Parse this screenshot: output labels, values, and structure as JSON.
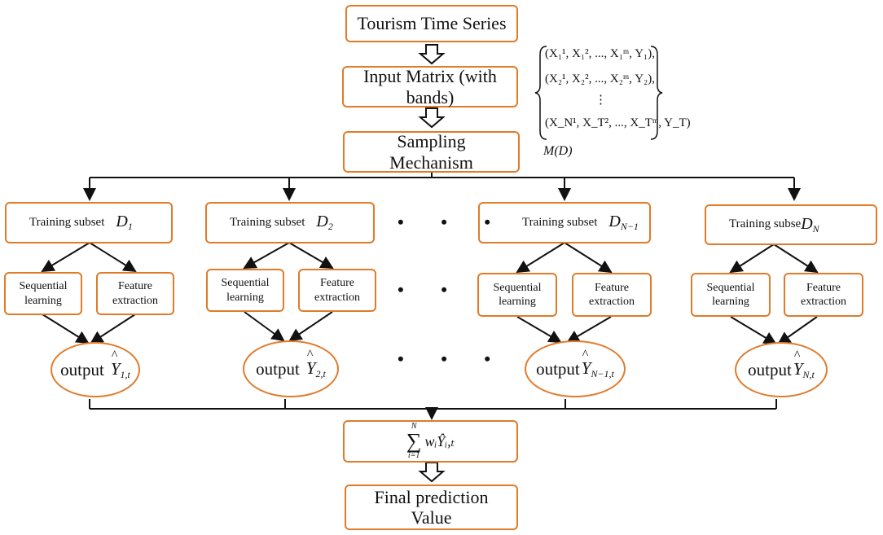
{
  "nodes": {
    "tourism": "Tourism Time Series",
    "input_matrix": [
      "Input Matrix (with",
      "bands)"
    ],
    "sampling": [
      "Sampling",
      "Mechanism"
    ],
    "final": [
      "Final prediction",
      "Value"
    ]
  },
  "subsets": [
    {
      "label": "Training subset",
      "var": "D",
      "sub": "1"
    },
    {
      "label": "Training subset",
      "var": "D",
      "sub": "2"
    },
    {
      "label": "Training subset",
      "var": "D",
      "sub": "N−1"
    },
    {
      "label": "Training subsе",
      "var": "D",
      "sub": "N"
    }
  ],
  "branches": {
    "seq": [
      "Sequential",
      "learning"
    ],
    "feat": [
      "Feature",
      "extraction"
    ]
  },
  "outputs": [
    {
      "label": "output",
      "sub": "1,t"
    },
    {
      "label": "output",
      "sub": "2,t"
    },
    {
      "label": "output",
      "sub": "N−1,t"
    },
    {
      "label": "output",
      "sub": "N,t"
    }
  ],
  "matrix": {
    "rows": [
      "(X₁¹, X₁², ..., X₁ᵐ, Y₁),",
      "(X₂¹, X₂², ..., X₂ᵐ, Y₂),",
      "⋮",
      "(X_N¹, X_T², ..., X_Tᵐ, Y_T)"
    ],
    "name": "M(D)"
  },
  "sum": {
    "top": "N",
    "bottom": "i=1",
    "body": "wᵢŶᵢ,ₜ"
  },
  "dots": "• • •",
  "colors": {
    "box_border": "#e07b2a",
    "lines": "#111111"
  }
}
